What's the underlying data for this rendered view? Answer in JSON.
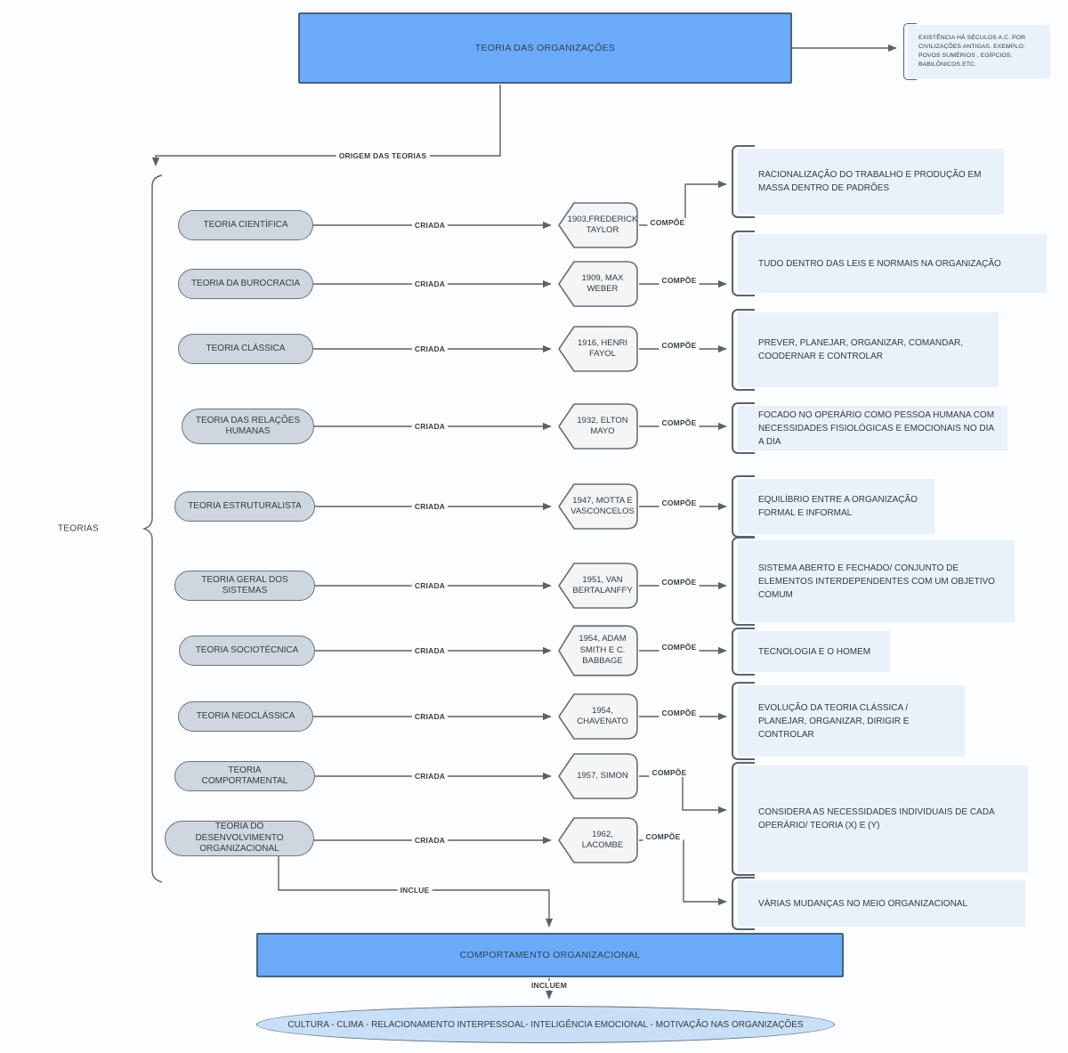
{
  "diagram": {
    "root": {
      "title": "TEORIA DAS ORGANIZAÇÕES"
    },
    "note": {
      "text": "EXISTÊNCIA HÁ SÉCULOS A.C. POR CIVILIZAÇÕES ANTIGAS. EXEMPLO: POVOS SUMÉRIOS , EGÍPCIOS, BABILÔNICOS ETC."
    },
    "labels": {
      "origin": "ORIGEM DAS TEORIAS",
      "group": "TEORIAS",
      "include": "INCLUE",
      "include_plural": "INCLUEM"
    },
    "rows": [
      {
        "theory": "TEORIA CIENTÍFICA",
        "created_label": "CRIADA",
        "author": "1903,FREDERICK TAYLOR",
        "compose_label": "COMPÕE",
        "description": "RACIONALIZAÇÃO DO TRABALHO E PRODUÇÃO EM MASSA DENTRO DE PADRÕES"
      },
      {
        "theory": "TEORIA DA BUROCRACIA",
        "created_label": "CRIADA",
        "author": "1909, MAX WEBER",
        "compose_label": "COMPÕE",
        "description": "TUDO DENTRO DAS LEIS E NORMAIS NA ORGANIZAÇÃO"
      },
      {
        "theory": "TEORIA CLÁSSICA",
        "created_label": "CRIADA",
        "author": "1916, HENRI FAYOL",
        "compose_label": "COMPÕE",
        "description": "PREVER, PLANEJAR, ORGANIZAR, COMANDAR, COODERNAR E CONTROLAR"
      },
      {
        "theory": "TEORIA DAS RELAÇÕES HUMANAS",
        "created_label": "CRIADA",
        "author": "1932, ELTON MAYO",
        "compose_label": "COMPÕE",
        "description": "FOCADO NO OPERÁRIO COMO PESSOA HUMANA COM NECESSIDADES FISIOLÓGICAS E EMOCIONAIS NO DIA A DIA"
      },
      {
        "theory": "TEORIA ESTRUTURALISTA",
        "created_label": "CRIADA",
        "author": "1947, MOTTA E VASCONCELOS",
        "compose_label": "COMPÕE",
        "description": "EQUILÍBRIO ENTRE A ORGANIZAÇÃO FORMAL E INFORMAL"
      },
      {
        "theory": "TEORIA GERAL DOS SISTEMAS",
        "created_label": "CRIADA",
        "author": "1951, VAN BERTALANFFY",
        "compose_label": "COMPÕE",
        "description": "SISTEMA ABERTO E FECHADO/ CONJUNTO DE ELEMENTOS INTERDEPENDENTES COM UM OBJETIVO COMUM"
      },
      {
        "theory": "TEORIA SOCIOTÉCNICA",
        "created_label": "CRIADA",
        "author": "1954, ADAM SMITH E C. BABBAGE",
        "compose_label": "COMPÕE",
        "description": "TECNOLOGIA E O HOMEM"
      },
      {
        "theory": "TEORIA NEOCLÁSSICA",
        "created_label": "CRIADA",
        "author": "1954, CHAVENATO",
        "compose_label": "COMPÕE",
        "description": "EVOLUÇÃO DA TEORIA CLÁSSICA  / PLANEJAR, ORGANIZAR, DIRIGIR E CONTROLAR"
      },
      {
        "theory": "TEORIA COMPORTAMENTAL",
        "created_label": "CRIADA",
        "author": "1957, SIMON",
        "compose_label": "COMPÕE",
        "description": "CONSIDERA AS NECESSIDADES INDIVIDUAIS DE CADA OPERÁRIO/ TEORIA (X) E (Y)"
      },
      {
        "theory": "TEORIA DO DESENVOLVIMENTO ORGANIZACIONAL",
        "created_label": "CRIADA",
        "author": "1962, LACOMBE",
        "compose_label": "COMPÕE",
        "description": "VÁRIAS MUDANÇAS NO MEIO ORGANIZACIONAL"
      }
    ],
    "bottom": {
      "box": "COMPORTAMENTO ORGANIZACIONAL",
      "ellipse": "CULTURA - CLIMA - RELACIONAMENTO INTERPESSOAL- INTELIGÊNCIA EMOCIONAL - MOTIVAÇÃO NAS ORGANIZAÇÕES"
    },
    "colors": {
      "primary_blue": "#6BAAF8",
      "node_gray": "#CED6DF",
      "hexagon_fill": "#F3F5F6",
      "description_blue": "#E9F1FA",
      "ellipse_blue": "#C9DFF8",
      "line_gray": "#5B6166"
    }
  }
}
